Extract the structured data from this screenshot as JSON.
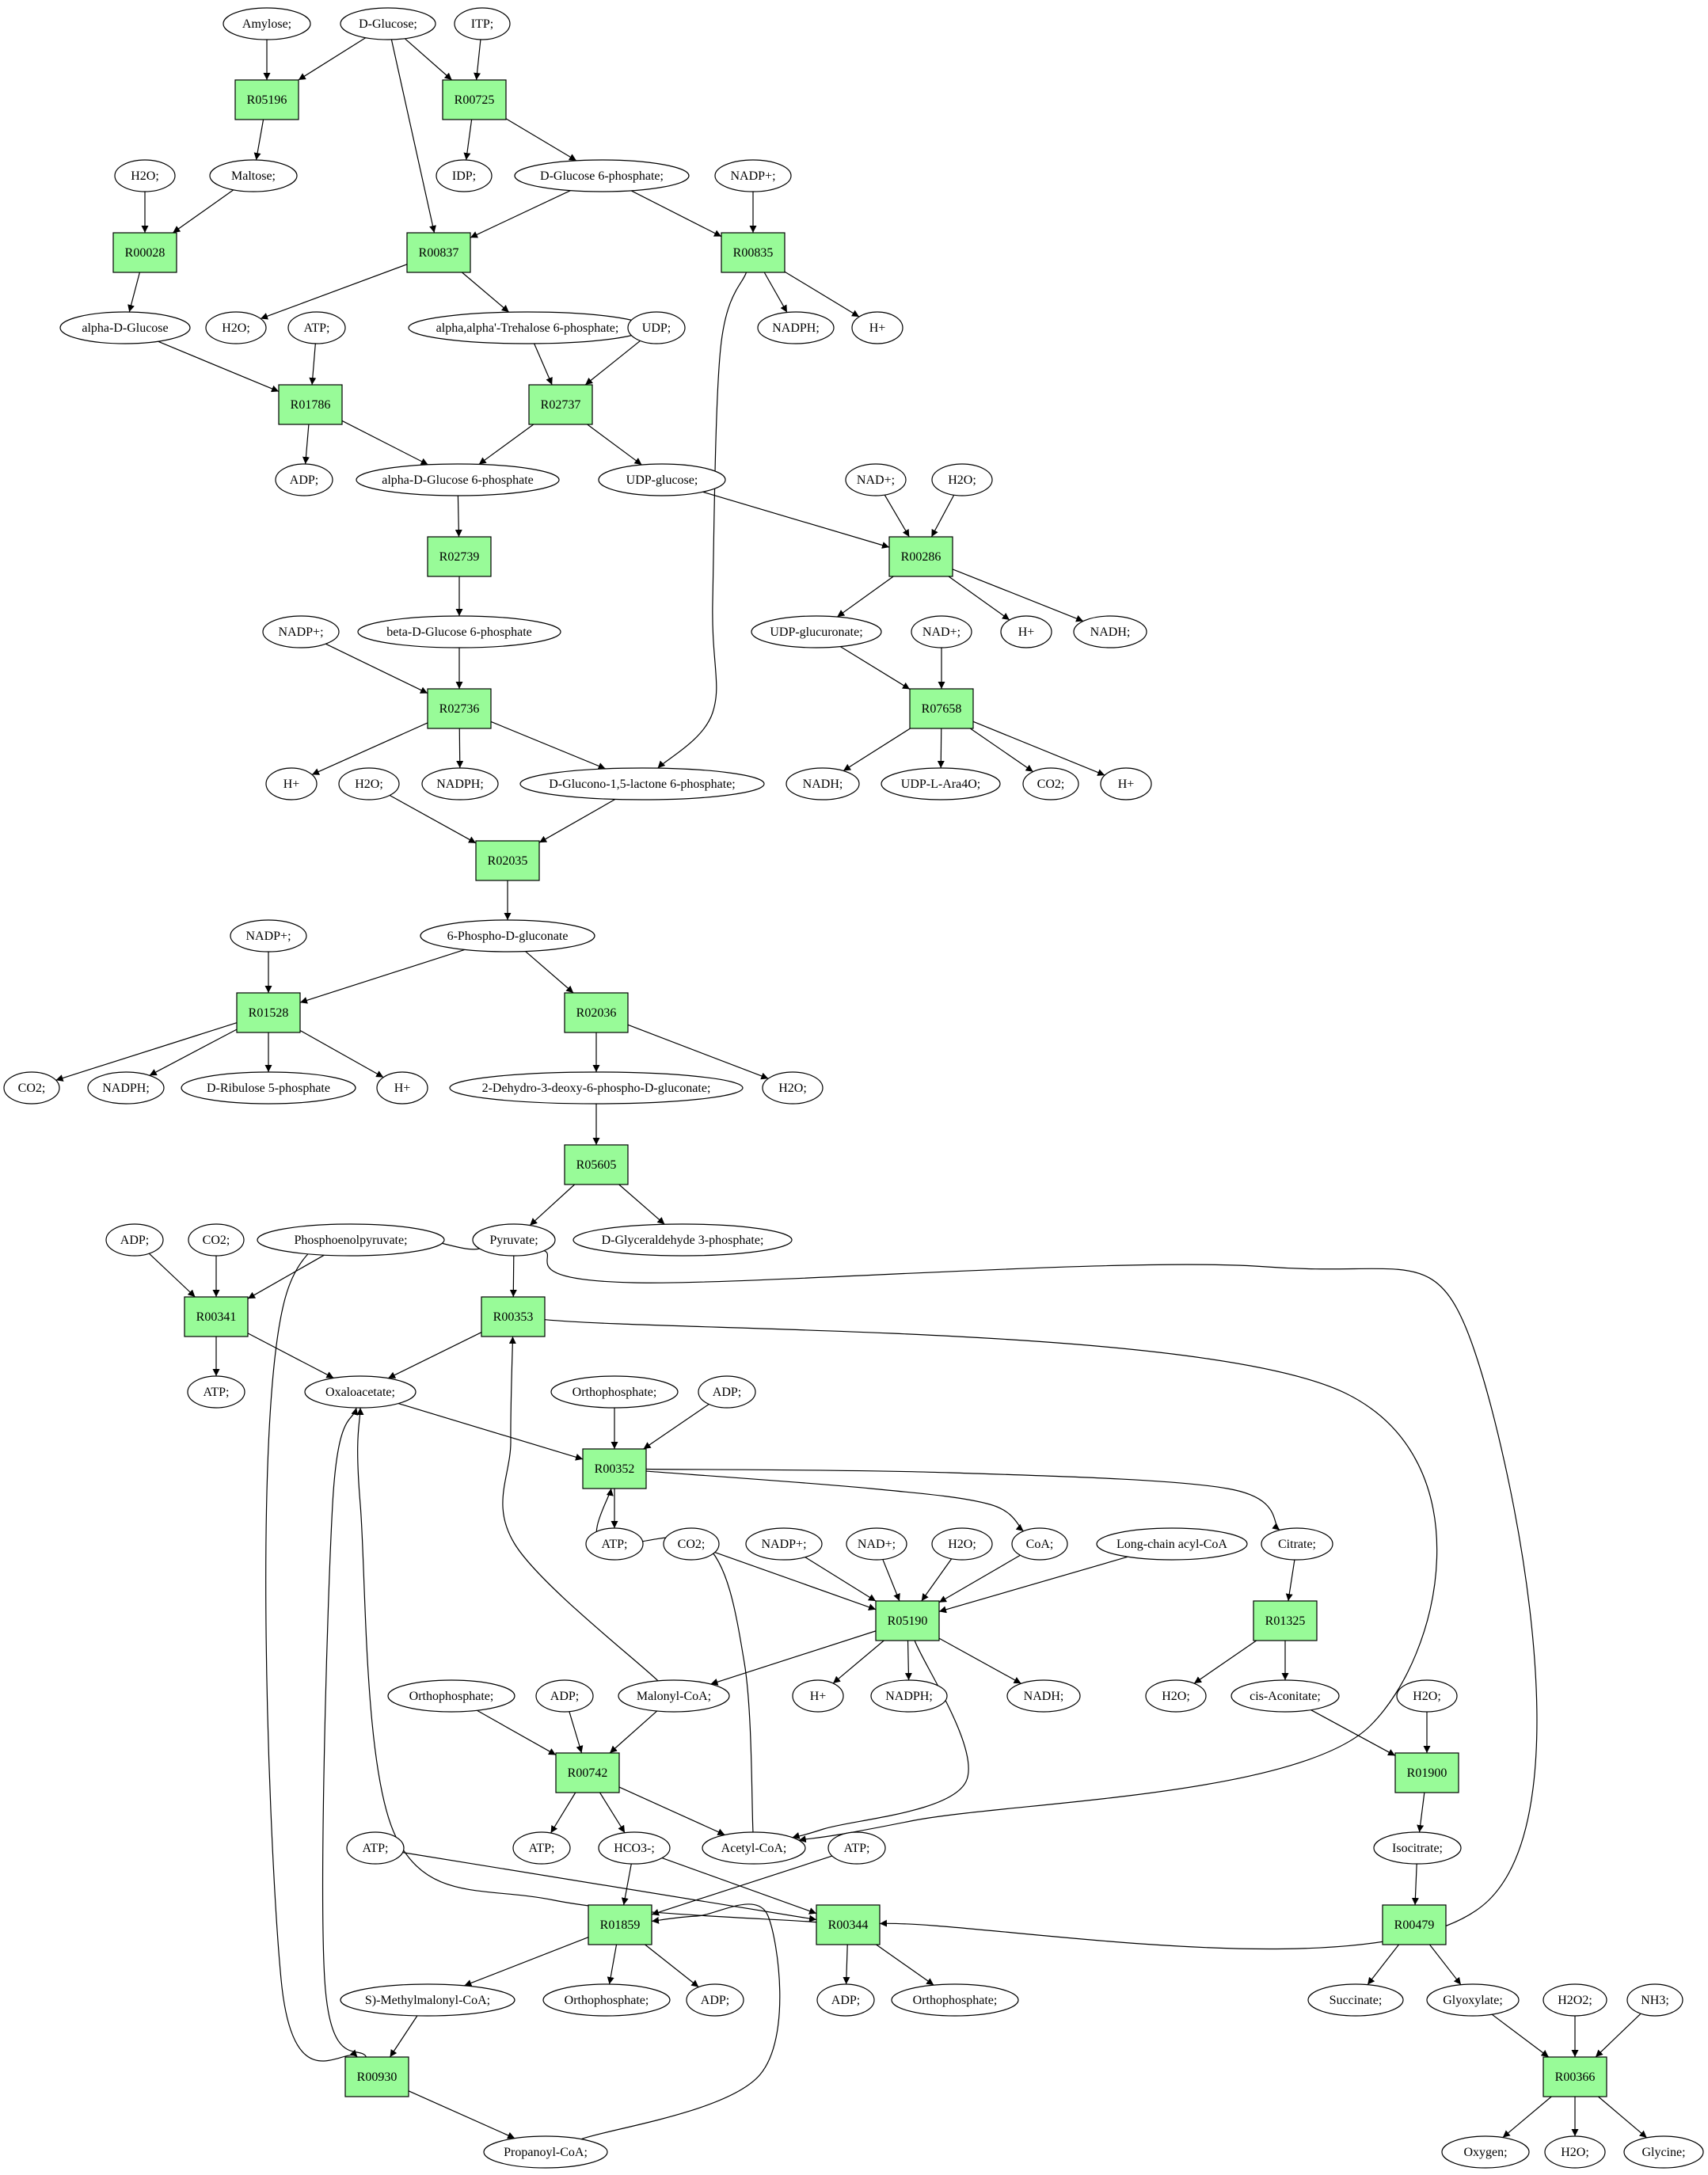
{
  "title": "",
  "colors": {
    "reaction": "#98fb98",
    "start": "#00ff00",
    "target": "#ffff00",
    "stroke": "#000000"
  },
  "reactions": [
    {
      "id": "r05196",
      "label": "R05196"
    },
    {
      "id": "r00725",
      "label": "R00725"
    },
    {
      "id": "r00028",
      "label": "R00028"
    },
    {
      "id": "r00837",
      "label": "R00837"
    },
    {
      "id": "r00835",
      "label": "R00835"
    },
    {
      "id": "r01786",
      "label": "R01786"
    },
    {
      "id": "r02737",
      "label": "R02737"
    },
    {
      "id": "r02739",
      "label": "R02739"
    },
    {
      "id": "r00286",
      "label": "R00286"
    },
    {
      "id": "r02736",
      "label": "R02736"
    },
    {
      "id": "r07658",
      "label": "R07658"
    },
    {
      "id": "r02035",
      "label": "R02035"
    },
    {
      "id": "r01528",
      "label": "R01528"
    },
    {
      "id": "r02036",
      "label": "R02036"
    },
    {
      "id": "r05605",
      "label": "R05605"
    },
    {
      "id": "r00341",
      "label": "R00341"
    },
    {
      "id": "r00353",
      "label": "R00353"
    },
    {
      "id": "r00352",
      "label": "R00352"
    },
    {
      "id": "r05190",
      "label": "R05190"
    },
    {
      "id": "r01325",
      "label": "R01325"
    },
    {
      "id": "r00742",
      "label": "R00742"
    },
    {
      "id": "r01900",
      "label": "R01900"
    },
    {
      "id": "r01859",
      "label": "R01859"
    },
    {
      "id": "r00344",
      "label": "R00344"
    },
    {
      "id": "r00479",
      "label": "R00479"
    },
    {
      "id": "r00930",
      "label": "R00930"
    },
    {
      "id": "r00366",
      "label": "R00366"
    }
  ],
  "metabolites": [
    {
      "id": "amylose",
      "label": "Amylose;"
    },
    {
      "id": "dglucose",
      "label": "D-Glucose;",
      "role": "start"
    },
    {
      "id": "itp",
      "label": "ITP;"
    },
    {
      "id": "h2o_a",
      "label": "H2O;"
    },
    {
      "id": "maltose",
      "label": "Maltose;"
    },
    {
      "id": "idp",
      "label": "IDP;"
    },
    {
      "id": "g6p",
      "label": "D-Glucose 6-phosphate;"
    },
    {
      "id": "nadp_a",
      "label": "NADP+;"
    },
    {
      "id": "alphadglc",
      "label": "alpha-D-Glucose"
    },
    {
      "id": "h2o_b",
      "label": "H2O;"
    },
    {
      "id": "atp_a",
      "label": "ATP;"
    },
    {
      "id": "treh6p",
      "label": "alpha,alpha'-Trehalose 6-phosphate;"
    },
    {
      "id": "udp",
      "label": "UDP;"
    },
    {
      "id": "nadph_a",
      "label": "NADPH;"
    },
    {
      "id": "hplus_a",
      "label": "H+"
    },
    {
      "id": "adp_a",
      "label": "ADP;"
    },
    {
      "id": "ag6p",
      "label": "alpha-D-Glucose 6-phosphate"
    },
    {
      "id": "udpglc",
      "label": "UDP-glucose;"
    },
    {
      "id": "nad_a",
      "label": "NAD+;"
    },
    {
      "id": "h2o_c",
      "label": "H2O;"
    },
    {
      "id": "bg6p",
      "label": "beta-D-Glucose 6-phosphate"
    },
    {
      "id": "nadp_b",
      "label": "NADP+;"
    },
    {
      "id": "udpglcur",
      "label": "UDP-glucuronate;"
    },
    {
      "id": "nad_b",
      "label": "NAD+;"
    },
    {
      "id": "hplus_b",
      "label": "H+"
    },
    {
      "id": "nadh_a",
      "label": "NADH;"
    },
    {
      "id": "hplus_c",
      "label": "H+"
    },
    {
      "id": "h2o_d",
      "label": "H2O;"
    },
    {
      "id": "nadph_b",
      "label": "NADPH;"
    },
    {
      "id": "glclac",
      "label": "D-Glucono-1,5-lactone 6-phosphate;"
    },
    {
      "id": "nadh_b",
      "label": "NADH;"
    },
    {
      "id": "udplara",
      "label": "UDP-L-Ara4O;"
    },
    {
      "id": "co2_a",
      "label": "CO2;"
    },
    {
      "id": "hplus_d",
      "label": "H+"
    },
    {
      "id": "phosphogluc",
      "label": "6-Phospho-D-gluconate"
    },
    {
      "id": "nadp_c",
      "label": "NADP+;"
    },
    {
      "id": "co2_b",
      "label": "CO2;"
    },
    {
      "id": "nadph_c",
      "label": "NADPH;"
    },
    {
      "id": "ribulose",
      "label": "D-Ribulose 5-phosphate"
    },
    {
      "id": "hplus_e",
      "label": "H+"
    },
    {
      "id": "kdpg",
      "label": "2-Dehydro-3-deoxy-6-phospho-D-gluconate;"
    },
    {
      "id": "h2o_e",
      "label": "H2O;"
    },
    {
      "id": "adp_b",
      "label": "ADP;"
    },
    {
      "id": "co2_c",
      "label": "CO2;"
    },
    {
      "id": "pep",
      "label": "Phosphoenolpyruvate;"
    },
    {
      "id": "pyruvate",
      "label": "Pyruvate;"
    },
    {
      "id": "gap",
      "label": "D-Glyceraldehyde 3-phosphate;"
    },
    {
      "id": "atp_b",
      "label": "ATP;"
    },
    {
      "id": "oaa",
      "label": "Oxaloacetate;"
    },
    {
      "id": "pi_a",
      "label": "Orthophosphate;"
    },
    {
      "id": "adp_c",
      "label": "ADP;"
    },
    {
      "id": "atp_c",
      "label": "ATP;"
    },
    {
      "id": "co2_d",
      "label": "CO2;"
    },
    {
      "id": "nadp_d",
      "label": "NADP+;"
    },
    {
      "id": "nad_c",
      "label": "NAD+;"
    },
    {
      "id": "h2o_f",
      "label": "H2O;"
    },
    {
      "id": "coa",
      "label": "CoA;"
    },
    {
      "id": "lcacoa",
      "label": "Long-chain acyl-CoA"
    },
    {
      "id": "citrate",
      "label": "Citrate;"
    },
    {
      "id": "pi_b",
      "label": "Orthophosphate;"
    },
    {
      "id": "adp_d",
      "label": "ADP;"
    },
    {
      "id": "malcoa",
      "label": "Malonyl-CoA;"
    },
    {
      "id": "hplus_f",
      "label": "H+"
    },
    {
      "id": "nadph_d",
      "label": "NADPH;"
    },
    {
      "id": "nadh_c",
      "label": "NADH;"
    },
    {
      "id": "h2o_g",
      "label": "H2O;"
    },
    {
      "id": "cisacon",
      "label": "cis-Aconitate;"
    },
    {
      "id": "h2o_h",
      "label": "H2O;"
    },
    {
      "id": "atp_d",
      "label": "ATP;"
    },
    {
      "id": "hco3",
      "label": "HCO3-;"
    },
    {
      "id": "acetylcoa",
      "label": "Acetyl-CoA;"
    },
    {
      "id": "atp_e",
      "label": "ATP;"
    },
    {
      "id": "isocitrate",
      "label": "Isocitrate;"
    },
    {
      "id": "atp_f",
      "label": "ATP;"
    },
    {
      "id": "smmcoa",
      "label": "S)-Methylmalonyl-CoA;"
    },
    {
      "id": "pi_c",
      "label": "Orthophosphate;"
    },
    {
      "id": "adp_e",
      "label": "ADP;"
    },
    {
      "id": "adp_f",
      "label": "ADP;"
    },
    {
      "id": "pi_d",
      "label": "Orthophosphate;"
    },
    {
      "id": "succinate",
      "label": "Succinate;"
    },
    {
      "id": "glyoxylate",
      "label": "Glyoxylate;"
    },
    {
      "id": "h2o2",
      "label": "H2O2;"
    },
    {
      "id": "nh3",
      "label": "NH3;"
    },
    {
      "id": "propcoa",
      "label": "Propanoyl-CoA;"
    },
    {
      "id": "oxygen",
      "label": "Oxygen;"
    },
    {
      "id": "h2o_i",
      "label": "H2O;"
    },
    {
      "id": "glycine",
      "label": "Glycine;",
      "role": "target"
    }
  ],
  "edges": [
    [
      "amylose",
      "r05196"
    ],
    [
      "dglucose",
      "r05196"
    ],
    [
      "dglucose",
      "r00725"
    ],
    [
      "itp",
      "r00725"
    ],
    [
      "dglucose",
      "r00837"
    ],
    [
      "r05196",
      "maltose"
    ],
    [
      "r00725",
      "idp"
    ],
    [
      "r00725",
      "g6p"
    ],
    [
      "h2o_a",
      "r00028"
    ],
    [
      "maltose",
      "r00028"
    ],
    [
      "g6p",
      "r00837"
    ],
    [
      "g6p",
      "r00835"
    ],
    [
      "nadp_a",
      "r00835"
    ],
    [
      "r00028",
      "alphadglc"
    ],
    [
      "r00837",
      "h2o_b"
    ],
    [
      "r00837",
      "treh6p"
    ],
    [
      "r00835",
      "nadph_a"
    ],
    [
      "r00835",
      "hplus_a"
    ],
    [
      "r00835",
      "glclac"
    ],
    [
      "alphadglc",
      "r01786"
    ],
    [
      "atp_a",
      "r01786"
    ],
    [
      "treh6p",
      "r02737"
    ],
    [
      "udp",
      "r02737"
    ],
    [
      "r01786",
      "adp_a"
    ],
    [
      "r01786",
      "ag6p"
    ],
    [
      "r02737",
      "ag6p"
    ],
    [
      "r02737",
      "udpglc"
    ],
    [
      "ag6p",
      "r02739"
    ],
    [
      "udpglc",
      "r00286"
    ],
    [
      "nad_a",
      "r00286"
    ],
    [
      "h2o_c",
      "r00286"
    ],
    [
      "r02739",
      "bg6p"
    ],
    [
      "r00286",
      "udpglcur"
    ],
    [
      "r00286",
      "hplus_b"
    ],
    [
      "r00286",
      "nadh_a"
    ],
    [
      "bg6p",
      "r02736"
    ],
    [
      "nadp_b",
      "r02736"
    ],
    [
      "udpglcur",
      "r07658"
    ],
    [
      "nad_b",
      "r07658"
    ],
    [
      "r02736",
      "hplus_c"
    ],
    [
      "r02736",
      "nadph_b"
    ],
    [
      "r02736",
      "glclac"
    ],
    [
      "r07658",
      "nadh_b"
    ],
    [
      "r07658",
      "udplara"
    ],
    [
      "r07658",
      "co2_a"
    ],
    [
      "r07658",
      "hplus_d"
    ],
    [
      "h2o_d",
      "r02035"
    ],
    [
      "glclac",
      "r02035"
    ],
    [
      "r02035",
      "phosphogluc"
    ],
    [
      "nadp_c",
      "r01528"
    ],
    [
      "phosphogluc",
      "r01528"
    ],
    [
      "phosphogluc",
      "r02036"
    ],
    [
      "r01528",
      "co2_b"
    ],
    [
      "r01528",
      "nadph_c"
    ],
    [
      "r01528",
      "ribulose"
    ],
    [
      "r01528",
      "hplus_e"
    ],
    [
      "r02036",
      "kdpg"
    ],
    [
      "r02036",
      "h2o_e"
    ],
    [
      "kdpg",
      "r05605"
    ],
    [
      "r05605",
      "pyruvate"
    ],
    [
      "r05605",
      "gap"
    ],
    [
      "adp_b",
      "r00341"
    ],
    [
      "co2_c",
      "r00341"
    ],
    [
      "pep",
      "r00341"
    ],
    [
      "pyruvate",
      "r00353"
    ],
    [
      "pyruvate",
      "r00930"
    ],
    [
      "pyruvate",
      "r00344"
    ],
    [
      "r00341",
      "atp_b"
    ],
    [
      "r00341",
      "oaa"
    ],
    [
      "r00353",
      "oaa"
    ],
    [
      "r00353",
      "acetylcoa"
    ],
    [
      "pi_a",
      "r00352"
    ],
    [
      "adp_c",
      "r00352"
    ],
    [
      "oaa",
      "r00352"
    ],
    [
      "acetylcoa",
      "r00352"
    ],
    [
      "r00352",
      "atp_c"
    ],
    [
      "r00352",
      "coa"
    ],
    [
      "r00352",
      "citrate"
    ],
    [
      "co2_d",
      "r05190"
    ],
    [
      "nadp_d",
      "r05190"
    ],
    [
      "nad_c",
      "r05190"
    ],
    [
      "h2o_f",
      "r05190"
    ],
    [
      "coa",
      "r05190"
    ],
    [
      "lcacoa",
      "r05190"
    ],
    [
      "r05190",
      "hplus_f"
    ],
    [
      "r05190",
      "nadph_d"
    ],
    [
      "r05190",
      "nadh_c"
    ],
    [
      "r05190",
      "malcoa"
    ],
    [
      "r05190",
      "acetylcoa"
    ],
    [
      "citrate",
      "r01325"
    ],
    [
      "r01325",
      "h2o_g"
    ],
    [
      "r01325",
      "cisacon"
    ],
    [
      "cisacon",
      "r01900"
    ],
    [
      "h2o_h",
      "r01900"
    ],
    [
      "r01900",
      "isocitrate"
    ],
    [
      "pi_b",
      "r00742"
    ],
    [
      "adp_d",
      "r00742"
    ],
    [
      "malcoa",
      "r00742"
    ],
    [
      "malcoa",
      "r00353"
    ],
    [
      "r00742",
      "atp_d"
    ],
    [
      "r00742",
      "hco3"
    ],
    [
      "r00742",
      "acetylcoa"
    ],
    [
      "atp_e",
      "r01859"
    ],
    [
      "hco3",
      "r01859"
    ],
    [
      "propcoa",
      "r01859"
    ],
    [
      "r01859",
      "smmcoa"
    ],
    [
      "r01859",
      "pi_c"
    ],
    [
      "r01859",
      "adp_e"
    ],
    [
      "atp_f",
      "r00344"
    ],
    [
      "hco3",
      "r00344"
    ],
    [
      "r00344",
      "oaa"
    ],
    [
      "r00344",
      "adp_f"
    ],
    [
      "r00344",
      "pi_d"
    ],
    [
      "isocitrate",
      "r00479"
    ],
    [
      "r00479",
      "succinate"
    ],
    [
      "r00479",
      "glyoxylate"
    ],
    [
      "smmcoa",
      "r00930"
    ],
    [
      "r00930",
      "oaa"
    ],
    [
      "r00930",
      "propcoa"
    ],
    [
      "glyoxylate",
      "r00366"
    ],
    [
      "h2o2",
      "r00366"
    ],
    [
      "nh3",
      "r00366"
    ],
    [
      "r00366",
      "oxygen"
    ],
    [
      "r00366",
      "h2o_i"
    ],
    [
      "r00366",
      "glycine"
    ]
  ]
}
